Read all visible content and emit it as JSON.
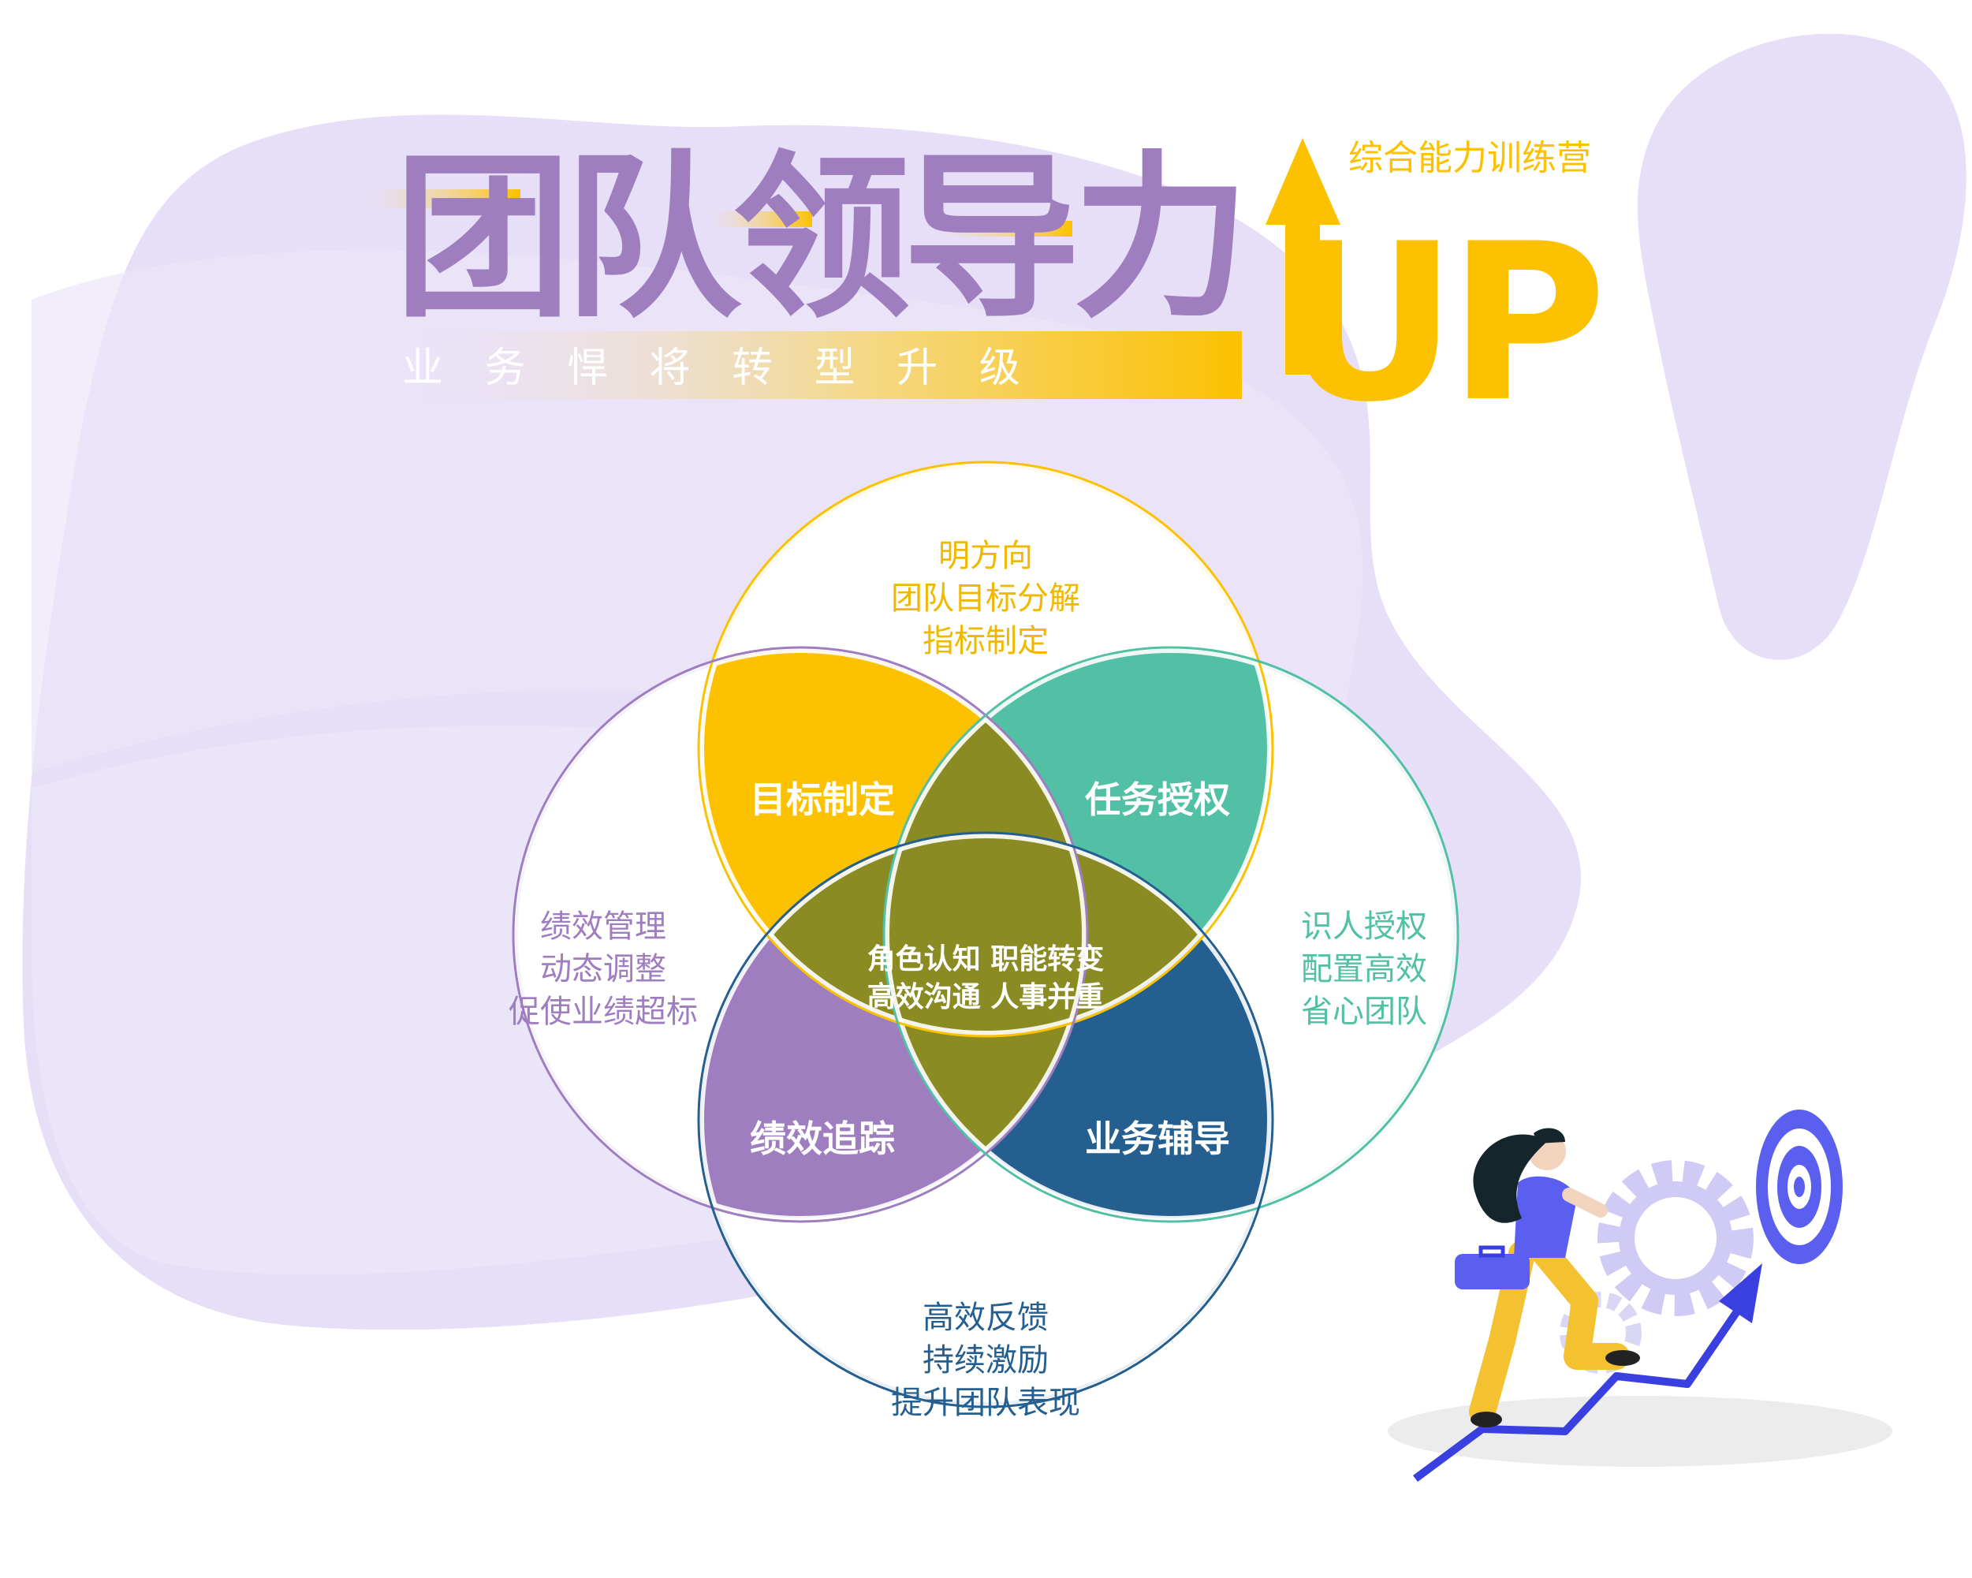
{
  "header": {
    "title": "团队领导力",
    "badge": "综合能力训练营",
    "up": "UP",
    "subtitle": "业 务 悍 将 转 型 升 级"
  },
  "colors": {
    "purple": "#9f7ebf",
    "yellow": "#fcc100",
    "teal": "#52c0a4",
    "navy": "#245f8f",
    "olive": "#8a8b22",
    "blob": "#e7dff8"
  },
  "diagram": {
    "center": {
      "line1": "角色认知  职能转变",
      "line2": "高效沟通  人事并重"
    },
    "petals": {
      "top_left": "目标制定",
      "top_right": "任务授权",
      "bottom_left": "绩效追踪",
      "bottom_right": "业务辅导"
    },
    "outer": {
      "top": [
        "明方向",
        "团队目标分解",
        "指标制定"
      ],
      "left": [
        "绩效管理",
        "动态调整",
        "促使业绩超标"
      ],
      "right": [
        "识人授权",
        "配置高效",
        "省心团队"
      ],
      "bottom": [
        "高效反馈",
        "持续激励",
        "提升团队表现"
      ]
    }
  },
  "illustration": {
    "icons": [
      "target-icon",
      "gear-icon",
      "arrow-up-icon",
      "briefcase-icon"
    ]
  }
}
